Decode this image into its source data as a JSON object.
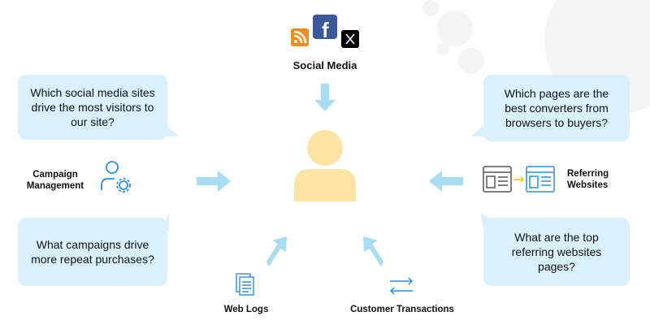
{
  "sources": {
    "social_media": "Social Media",
    "campaign_management": "Campaign Management",
    "referring_websites": "Referring Websites",
    "web_logs": "Web Logs",
    "customer_transactions": "Customer Transactions"
  },
  "questions": {
    "top_left": "Which social media sites drive the most visitors to our site?",
    "bottom_left": "What campaigns drive more repeat purchases?",
    "top_right": "Which pages are the best converters from browsers to buyers?",
    "bottom_right": "What are the top referring websites pages?"
  },
  "icons": [
    "rss-icon",
    "facebook-icon",
    "x-icon",
    "user-gear-icon",
    "website-referral-icon",
    "document-icon",
    "transfer-arrows-icon",
    "person-icon"
  ],
  "colors": {
    "bubble": "#d9f1fc",
    "arrow": "#a8dcf3",
    "person": "#fde4a5",
    "accent": "#2b8ee0"
  }
}
